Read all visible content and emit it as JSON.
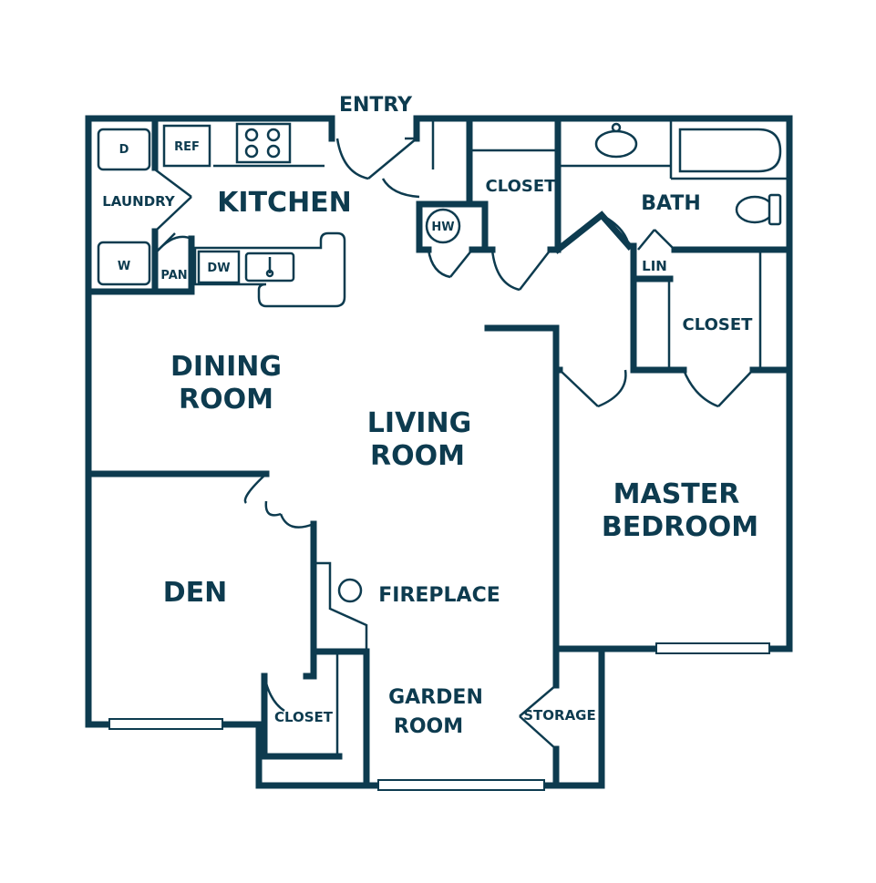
{
  "labels": {
    "entry": "ENTRY",
    "kitchen": "KITCHEN",
    "laundry": "LAUNDRY",
    "dryer": "D",
    "washer": "W",
    "ref": "REF",
    "pan": "PAN",
    "dw": "DW",
    "hw": "HW",
    "closet_hall": "CLOSET",
    "bath": "BATH",
    "lin": "LIN",
    "closet_master": "CLOSET",
    "dining_1": "DINING",
    "dining_2": "ROOM",
    "living_1": "LIVING",
    "living_2": "ROOM",
    "master_1": "MASTER",
    "master_2": "BEDROOM",
    "den": "DEN",
    "fireplace": "FIREPLACE",
    "garden_1": "GARDEN",
    "garden_2": "ROOM",
    "closet_den": "CLOSET",
    "storage": "STORAGE"
  },
  "colors": {
    "ink": "#0d3b4f",
    "background": "#ffffff"
  }
}
